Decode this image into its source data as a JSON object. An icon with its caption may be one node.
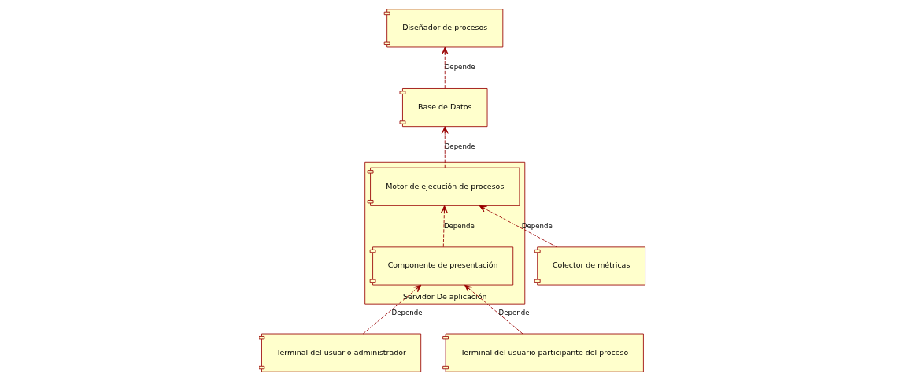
{
  "diagram": {
    "nodes": [
      {
        "text": [
          "Servidor De aplicación"
        ]
      },
      {
        "text": [
          "Motor de ejecución de procesos"
        ],
        "in": 0
      },
      {
        "text": [
          "Componente de presentación"
        ],
        "in": 0
      },
      {
        "text": [
          "Diseñador de procesos"
        ]
      },
      {
        "text": [
          "Base de Datos"
        ]
      },
      {
        "text": [
          "Colector de métricas"
        ]
      },
      {
        "text": [
          "Terminal del usuario administrador"
        ]
      },
      {
        "text": [
          "Terminal del usuario participante del proceso"
        ]
      }
    ],
    "edges": [
      {
        "from": 4,
        "to": 3,
        "arrow": "to",
        "label": "Depende",
        "style": "dashed"
      },
      {
        "from": 1,
        "to": 4,
        "arrow": "to",
        "label": "Depende",
        "style": "dashed"
      },
      {
        "from": 5,
        "to": 1,
        "arrow": "to",
        "label": "Depende",
        "style": "dashed"
      },
      {
        "from": 2,
        "to": 1,
        "arrow": "to",
        "label": "Depende",
        "style": "dashed"
      },
      {
        "from": 6,
        "to": 2,
        "arrow": "to",
        "label": "Depende",
        "style": "dashed"
      },
      {
        "from": 7,
        "to": 2,
        "arrow": "to",
        "label": "Depende",
        "style": "dashed"
      }
    ]
  }
}
